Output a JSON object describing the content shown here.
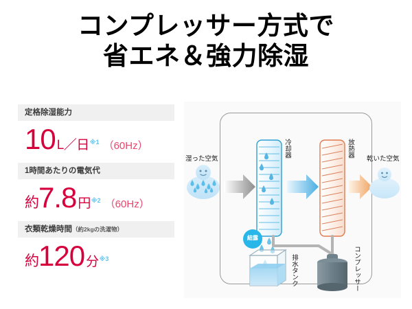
{
  "title": {
    "line1": "コンプレッサー方式で",
    "line2": "省エネ＆強力除湿"
  },
  "specs": [
    {
      "label": "定格除湿能力",
      "sublabel": "",
      "approx": "",
      "number": "10",
      "unit": "L／日",
      "note": "※1",
      "freq": "（60Hz）"
    },
    {
      "label": "1時間あたりの電気代",
      "sublabel": "",
      "approx": "約",
      "number": "7.8",
      "unit": "円",
      "note": "※2",
      "freq": "（60Hz）"
    },
    {
      "label": "衣類乾燥時間",
      "sublabel": "（約2kgの洗濯物）",
      "approx": "約",
      "number": "120",
      "unit": "分",
      "note": "※3",
      "freq": ""
    }
  ],
  "diagram": {
    "humid_air_label": "湿った空気",
    "dry_air_label": "乾いた空気",
    "cooler_label": "冷却器",
    "radiator_label": "放熱器",
    "condensation_badge": "結露",
    "drain_tank_label": "排水タンク",
    "compressor_label": "コンプレッサー"
  },
  "colors": {
    "red": "#d6003c",
    "red_light": "#e8446c",
    "note_blue": "#5ec3ef",
    "cooler_blue": "#2e9fd4",
    "radiator_orange": "#e07a4f",
    "panel_bg": "#fafafa",
    "head_bg": "#f0f0f0",
    "outline_gray": "#9a9a9a"
  }
}
